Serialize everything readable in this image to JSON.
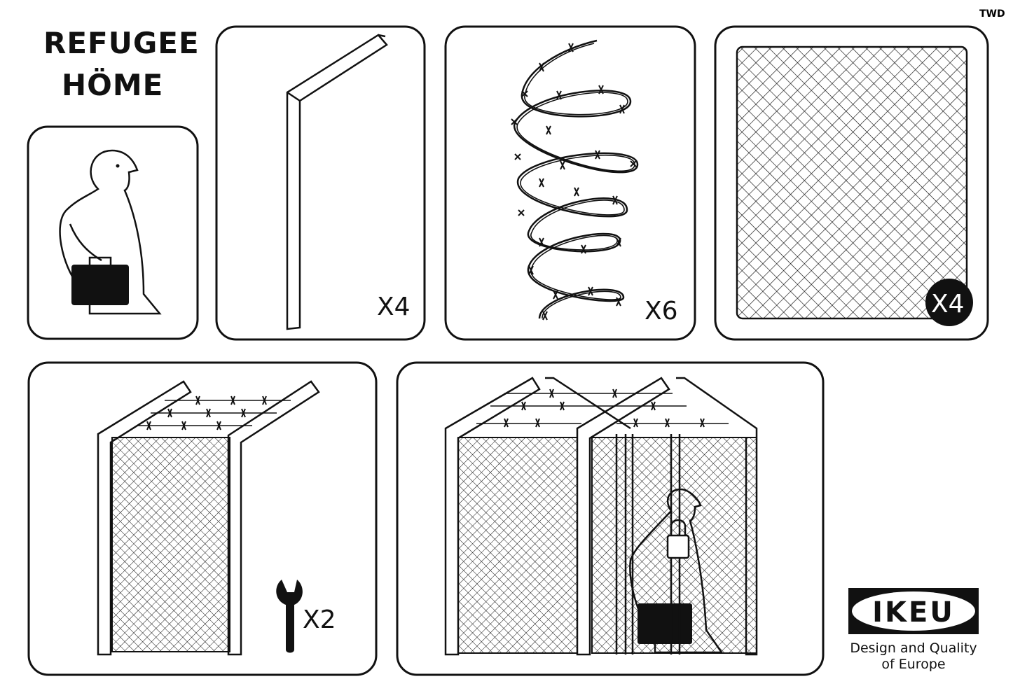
{
  "title": {
    "line1": "REFUGEE",
    "line2": "HÖME"
  },
  "signature": "TWD",
  "parts": [
    {
      "name": "beam",
      "quantity": "X4"
    },
    {
      "name": "barbed-wire",
      "quantity": "X6"
    },
    {
      "name": "mesh-panel",
      "quantity": "X4"
    }
  ],
  "tool": {
    "name": "wrench",
    "quantity": "X2"
  },
  "logo": {
    "brand": "IKEU",
    "tagline_line1": "Design and Quality",
    "tagline_line2": "of Europe"
  },
  "colors": {
    "ink": "#111111",
    "paper": "#ffffff"
  }
}
